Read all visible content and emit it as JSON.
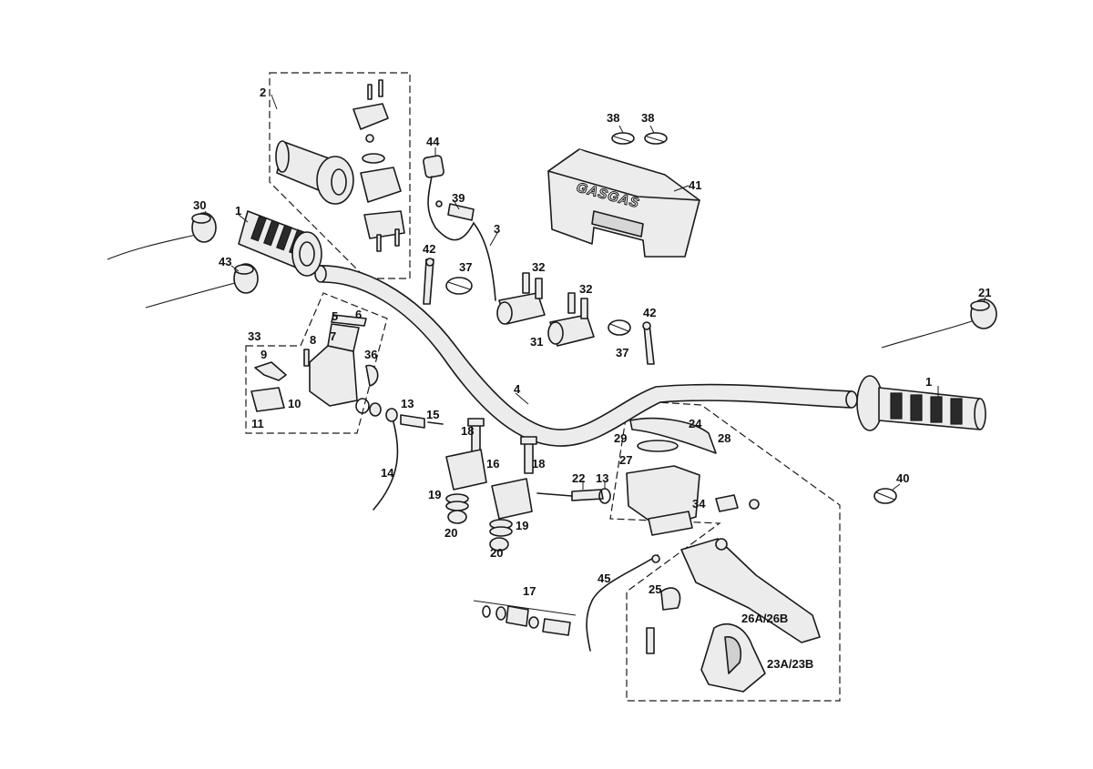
{
  "callouts": {
    "c1_left": "1",
    "c1_right": "1",
    "c2": "2",
    "c3": "3",
    "c4": "4",
    "c5": "5",
    "c6": "6",
    "c7": "7",
    "c8": "8",
    "c9": "9",
    "c10": "10",
    "c11": "11",
    "c13_a": "13",
    "c13_b": "13",
    "c14": "14",
    "c15": "15",
    "c16": "16",
    "c17": "17",
    "c18_a": "18",
    "c18_b": "18",
    "c19_a": "19",
    "c19_b": "19",
    "c20_a": "20",
    "c20_b": "20",
    "c21": "21",
    "c22": "22",
    "c23": "23A/23B",
    "c24": "24",
    "c25": "25",
    "c26": "26A/26B",
    "c27": "27",
    "c28": "28",
    "c29": "29",
    "c30": "30",
    "c31": "31",
    "c32_a": "32",
    "c32_b": "32",
    "c33": "33",
    "c34": "34",
    "c36": "36",
    "c37_a": "37",
    "c37_b": "37",
    "c38_a": "38",
    "c38_b": "38",
    "c39": "39",
    "c40": "40",
    "c41": "41",
    "c42_a": "42",
    "c42_b": "42",
    "c43": "43",
    "c44": "44",
    "c45": "45"
  },
  "logo": "GASGAS"
}
